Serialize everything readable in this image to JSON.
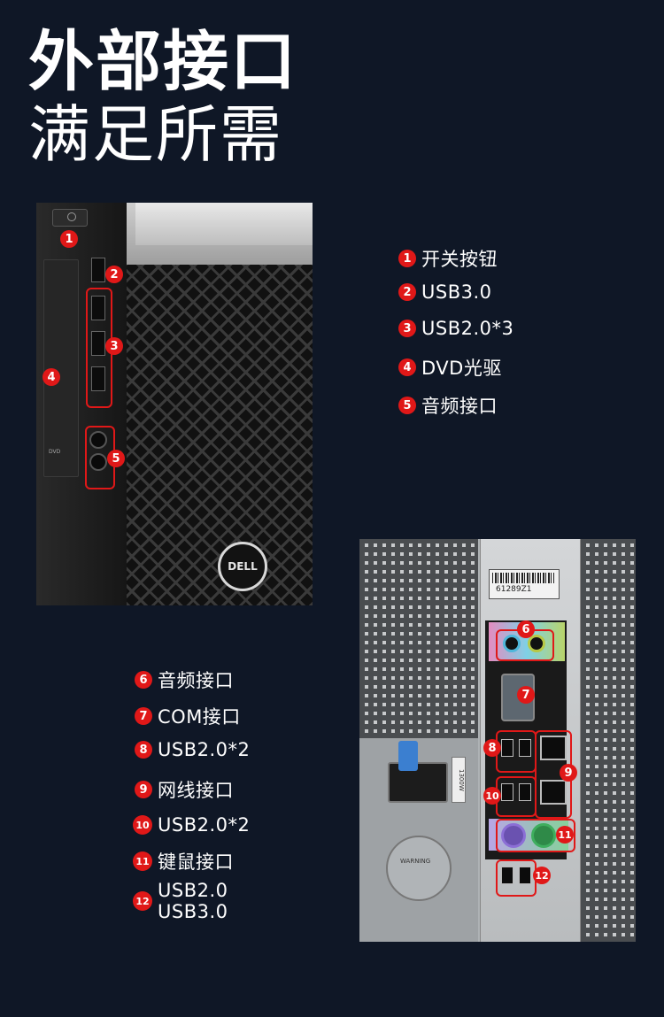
{
  "header": {
    "title_line1": "外部接口",
    "title_line2": "满足所需"
  },
  "front_photo": {
    "brand_logo_text": "DELL",
    "dvd_logo_text": "DVD",
    "badges": [
      "1",
      "2",
      "3",
      "4",
      "5"
    ]
  },
  "front_legend": [
    {
      "num": "1",
      "text": "开关按钮"
    },
    {
      "num": "2",
      "text": "USB3.0"
    },
    {
      "num": "3",
      "text": "USB2.0*3"
    },
    {
      "num": "4",
      "text": "DVD光驱"
    },
    {
      "num": "5",
      "text": "音频接口"
    }
  ],
  "rear_photo": {
    "serial_text": "61289Z1",
    "psu_tag_text": "1300W",
    "fan_text": "WARNING",
    "badges": [
      "6",
      "7",
      "8",
      "9",
      "10",
      "11",
      "12"
    ]
  },
  "rear_legend": [
    {
      "num": "6",
      "text": "音频接口"
    },
    {
      "num": "7",
      "text": "COM接口"
    },
    {
      "num": "8",
      "text": "USB2.0*2"
    },
    {
      "num": "9",
      "text": "网线接口"
    },
    {
      "num": "10",
      "text": "USB2.0*2"
    },
    {
      "num": "11",
      "text": "键鼠接口"
    },
    {
      "num": "12",
      "text_line1": "USB2.0",
      "text_line2": "USB3.0"
    }
  ],
  "colors": {
    "background": "#0f1726",
    "badge": "#e01818",
    "text": "#ffffff"
  }
}
